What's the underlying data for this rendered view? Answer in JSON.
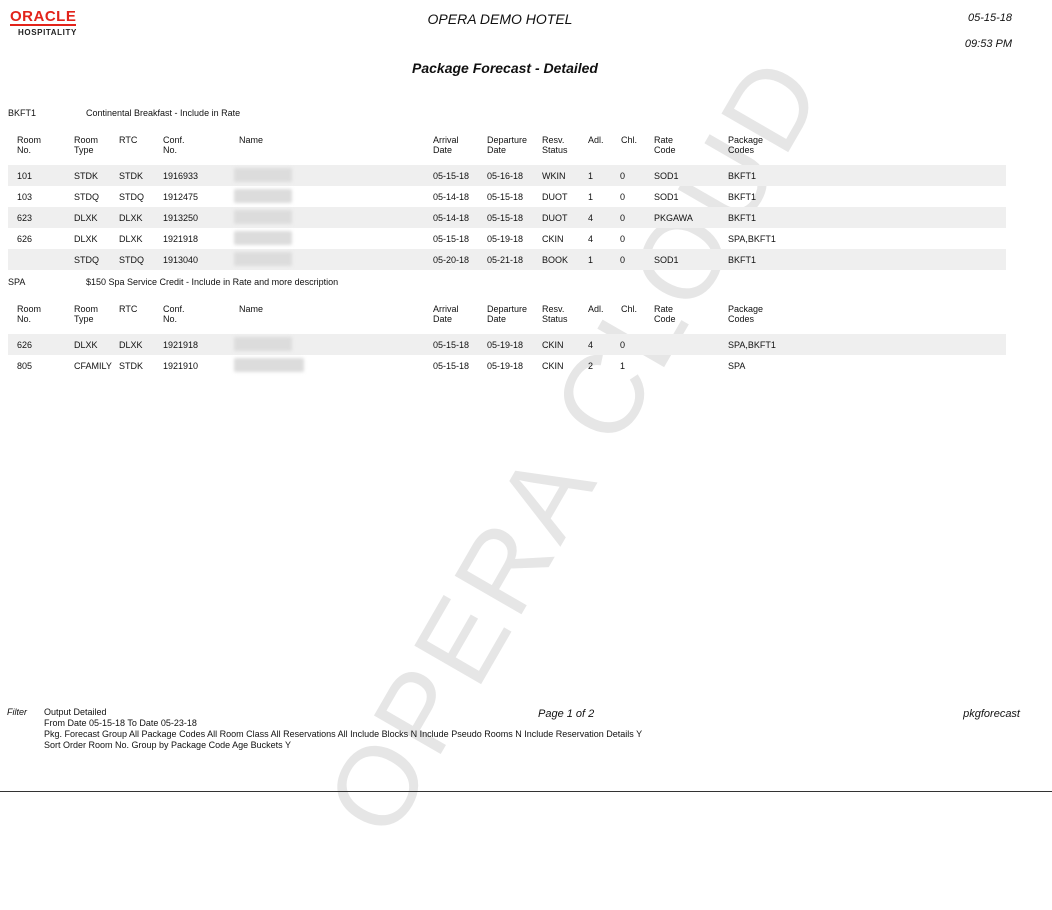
{
  "header": {
    "logo_brand": "ORACLE",
    "logo_sub": "HOSPITALITY",
    "hotel_name": "OPERA DEMO HOTEL",
    "date": "05-15-18",
    "time": "09:53 PM",
    "report_title": "Package Forecast - Detailed"
  },
  "watermark": "OPERA CLOUD",
  "columns": {
    "room_no": [
      "Room",
      "No."
    ],
    "room_type": [
      "Room",
      "Type"
    ],
    "rtc": [
      "RTC",
      ""
    ],
    "conf_no": [
      "Conf.",
      "No."
    ],
    "name": [
      "Name",
      ""
    ],
    "arrival": [
      "Arrival",
      "Date"
    ],
    "departure": [
      "Departure",
      "Date"
    ],
    "resv_status": [
      "Resv.",
      "Status"
    ],
    "adl": [
      "Adl.",
      ""
    ],
    "chl": [
      "Chl.",
      ""
    ],
    "rate_code": [
      "Rate",
      "Code"
    ],
    "package_codes": [
      "Package",
      "Codes"
    ]
  },
  "groups": [
    {
      "code": "BKFT1",
      "description": "Continental Breakfast - Include in Rate",
      "rows": [
        {
          "room": "101",
          "type": "STDK",
          "rtc": "STDK",
          "conf": "1916933",
          "arrival": "05-15-18",
          "departure": "05-16-18",
          "status": "WKIN",
          "adl": "1",
          "chl": "0",
          "rate": "SOD1",
          "pkgs": "BKFT1"
        },
        {
          "room": "103",
          "type": "STDQ",
          "rtc": "STDQ",
          "conf": "1912475",
          "arrival": "05-14-18",
          "departure": "05-15-18",
          "status": "DUOT",
          "adl": "1",
          "chl": "0",
          "rate": "SOD1",
          "pkgs": "BKFT1"
        },
        {
          "room": "623",
          "type": "DLXK",
          "rtc": "DLXK",
          "conf": "1913250",
          "arrival": "05-14-18",
          "departure": "05-15-18",
          "status": "DUOT",
          "adl": "4",
          "chl": "0",
          "rate": "PKGAWA",
          "pkgs": "BKFT1"
        },
        {
          "room": "626",
          "type": "DLXK",
          "rtc": "DLXK",
          "conf": "1921918",
          "arrival": "05-15-18",
          "departure": "05-19-18",
          "status": "CKIN",
          "adl": "4",
          "chl": "0",
          "rate": "",
          "pkgs": "SPA,BKFT1"
        },
        {
          "room": "",
          "type": "STDQ",
          "rtc": "STDQ",
          "conf": "1913040",
          "arrival": "05-20-18",
          "departure": "05-21-18",
          "status": "BOOK",
          "adl": "1",
          "chl": "0",
          "rate": "SOD1",
          "pkgs": "BKFT1"
        }
      ]
    },
    {
      "code": "SPA",
      "description": "$150 Spa Service Credit - Include in Rate and more description",
      "rows": [
        {
          "room": "626",
          "type": "DLXK",
          "rtc": "DLXK",
          "conf": "1921918",
          "arrival": "05-15-18",
          "departure": "05-19-18",
          "status": "CKIN",
          "adl": "4",
          "chl": "0",
          "rate": "",
          "pkgs": "SPA,BKFT1"
        },
        {
          "room": "805",
          "type": "CFAMILY",
          "rtc": "STDK",
          "conf": "1921910",
          "arrival": "05-15-18",
          "departure": "05-19-18",
          "status": "CKIN",
          "adl": "2",
          "chl": "1",
          "rate": "",
          "pkgs": "SPA"
        }
      ]
    }
  ],
  "footer": {
    "filter_label": "Filter",
    "filter_lines": [
      "Output Detailed",
      "From Date 05-15-18   To Date 05-23-18",
      "Pkg. Forecast Group All   Package Codes All   Room Class All   Reservations All   Include Blocks N   Include Pseudo Rooms N   Include Reservation Details Y",
      "Sort Order Room No.   Group by Package Code   Age Buckets Y"
    ],
    "page": "Page 1 of 2",
    "report_id": "pkgforecast"
  }
}
